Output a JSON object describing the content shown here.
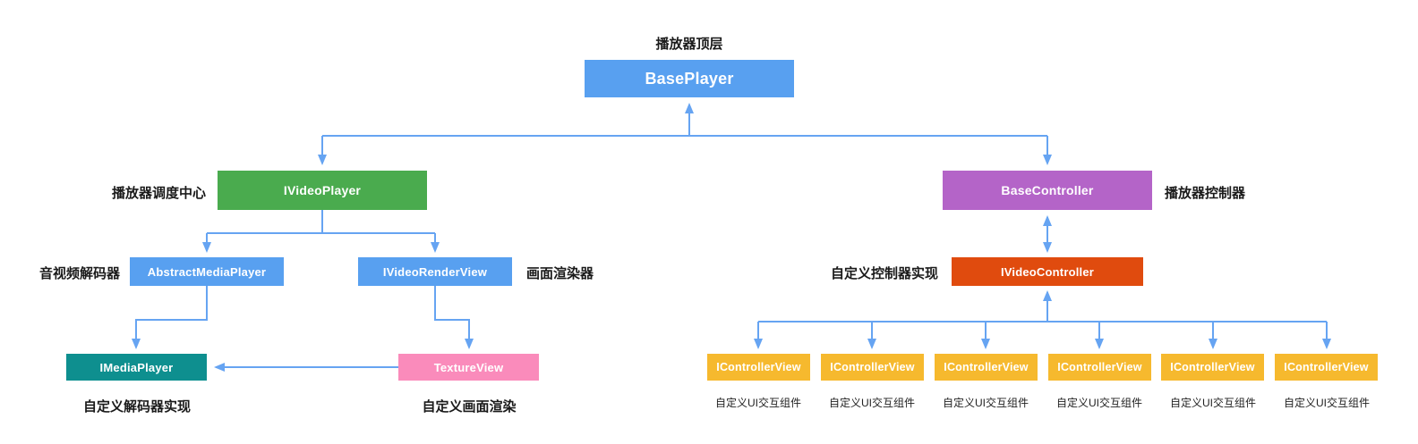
{
  "diagram": {
    "connector_color": "#66A4F2",
    "nodes": {
      "base_player": {
        "label": "BasePlayer",
        "note": "播放器顶层",
        "color": "#58A0F0"
      },
      "ivideo_player": {
        "label": "IVideoPlayer",
        "note": "播放器调度中心",
        "color": "#4AAB4E"
      },
      "base_controller": {
        "label": "BaseController",
        "note": "播放器控制器",
        "color": "#B464C8"
      },
      "abstract_media_player": {
        "label": "AbstractMediaPlayer",
        "note": "音视频解码器",
        "color": "#58A0F0"
      },
      "ivideo_render_view": {
        "label": "IVideoRenderView",
        "note": "画面渲染器",
        "color": "#58A0F0"
      },
      "ivideo_controller": {
        "label": "IVideoController",
        "note": "自定义控制器实现",
        "color": "#E04B0E"
      },
      "imedia_player": {
        "label": "IMediaPlayer",
        "note": "自定义解码器实现",
        "color": "#0E8F8F"
      },
      "texture_view": {
        "label": "TextureView",
        "note": "自定义画面渲染",
        "color": "#FA8BBB"
      },
      "controller_view": {
        "label": "IControllerView",
        "note": "自定义UI交互组件",
        "count": 6,
        "color": "#F6B92E"
      }
    }
  }
}
